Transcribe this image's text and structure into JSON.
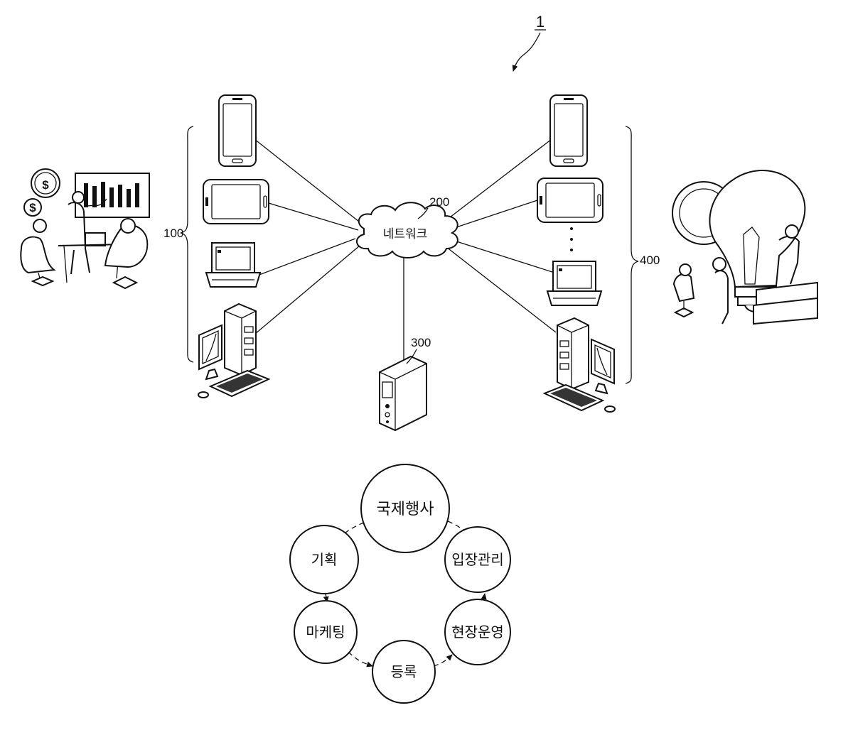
{
  "figure": {
    "system_ref": "1",
    "client_group_ref": "100",
    "network_ref": "200",
    "network_label": "네트워크",
    "server_ref": "300",
    "partner_group_ref": "400"
  },
  "cycle": {
    "center": "국제행사",
    "nodes": [
      "기획",
      "마케팅",
      "등록",
      "현장운영",
      "입장관리"
    ]
  }
}
